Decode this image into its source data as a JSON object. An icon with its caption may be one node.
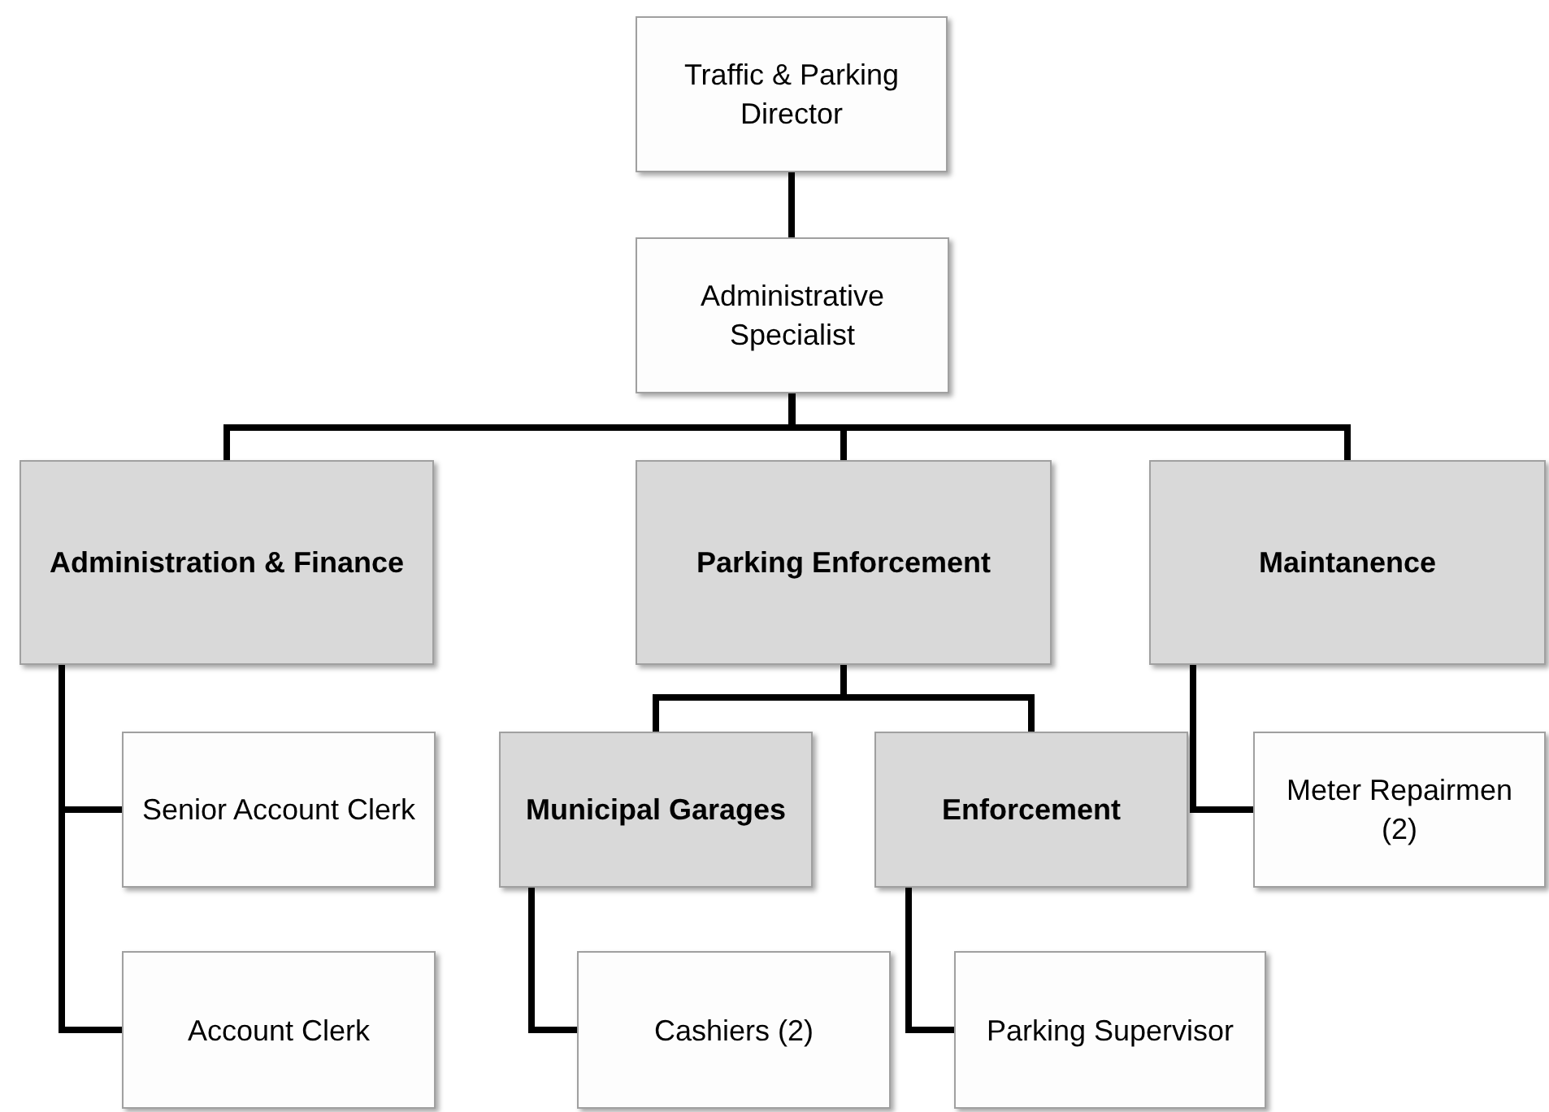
{
  "diagram": {
    "nodes": [
      {
        "text": [
          "Traffic & Parking Director"
        ]
      },
      {
        "text": [
          "Administrative Specialist"
        ]
      },
      {
        "text": [
          "Administration & Finance"
        ]
      },
      {
        "text": [
          "Parking Enforcement"
        ]
      },
      {
        "text": [
          "Maintanence"
        ]
      },
      {
        "text": [
          "Senior Account Clerk"
        ]
      },
      {
        "text": [
          "Municipal Garages"
        ]
      },
      {
        "text": [
          "Enforcement"
        ]
      },
      {
        "text": [
          "Meter Repairmen (2)"
        ]
      },
      {
        "text": [
          "Account Clerk"
        ]
      },
      {
        "text": [
          "Cashiers (2)"
        ]
      },
      {
        "text": [
          "Parking Supervisor"
        ]
      }
    ],
    "edges": [
      {
        "from": 0,
        "to": 1,
        "arrow": "none"
      },
      {
        "from": 1,
        "to": 2,
        "arrow": "none"
      },
      {
        "from": 1,
        "to": 3,
        "arrow": "none"
      },
      {
        "from": 1,
        "to": 4,
        "arrow": "none"
      },
      {
        "from": 2,
        "to": 5,
        "arrow": "none"
      },
      {
        "from": 2,
        "to": 9,
        "arrow": "none"
      },
      {
        "from": 3,
        "to": 6,
        "arrow": "none"
      },
      {
        "from": 3,
        "to": 7,
        "arrow": "none"
      },
      {
        "from": 4,
        "to": 8,
        "arrow": "none"
      },
      {
        "from": 6,
        "to": 10,
        "arrow": "none"
      },
      {
        "from": 7,
        "to": 11,
        "arrow": "none"
      }
    ]
  }
}
